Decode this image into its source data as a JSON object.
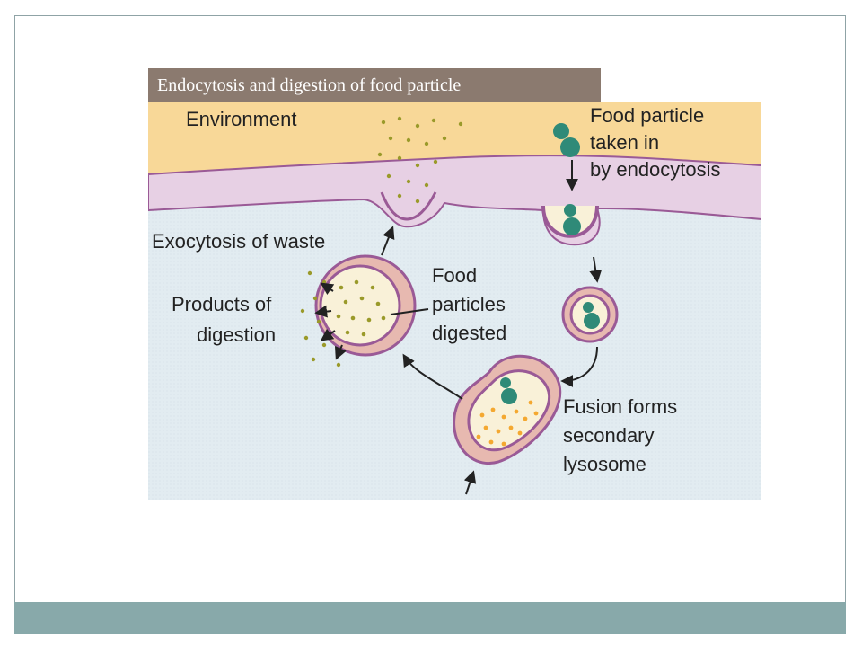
{
  "slide": {
    "caption": "Endocytosis and digestion of food particle"
  },
  "diagram": {
    "labels": {
      "environment": "Environment",
      "food_particle_line1": "Food particle",
      "food_particle_line2": "taken in",
      "food_particle_line3": "by endocytosis",
      "exocytosis": "Exocytosis of waste",
      "products_line1": "Products of",
      "products_line2": "digestion",
      "digested_line1": "Food",
      "digested_line2": "particles",
      "digested_line3": "digested",
      "fusion_line1": "Fusion forms",
      "fusion_line2": "secondary",
      "fusion_line3": "lysosome"
    },
    "colors": {
      "environment": "#f8d898",
      "membrane": "#e7d0e4",
      "membrane_outline": "#9a5a96",
      "cytoplasm": "#e4eef2",
      "food_particle": "#2f8a78",
      "lysosome_fill": "#f9f1d8",
      "enzyme_dots": "#f4a830",
      "waste_dots": "#9a9a2a"
    }
  }
}
